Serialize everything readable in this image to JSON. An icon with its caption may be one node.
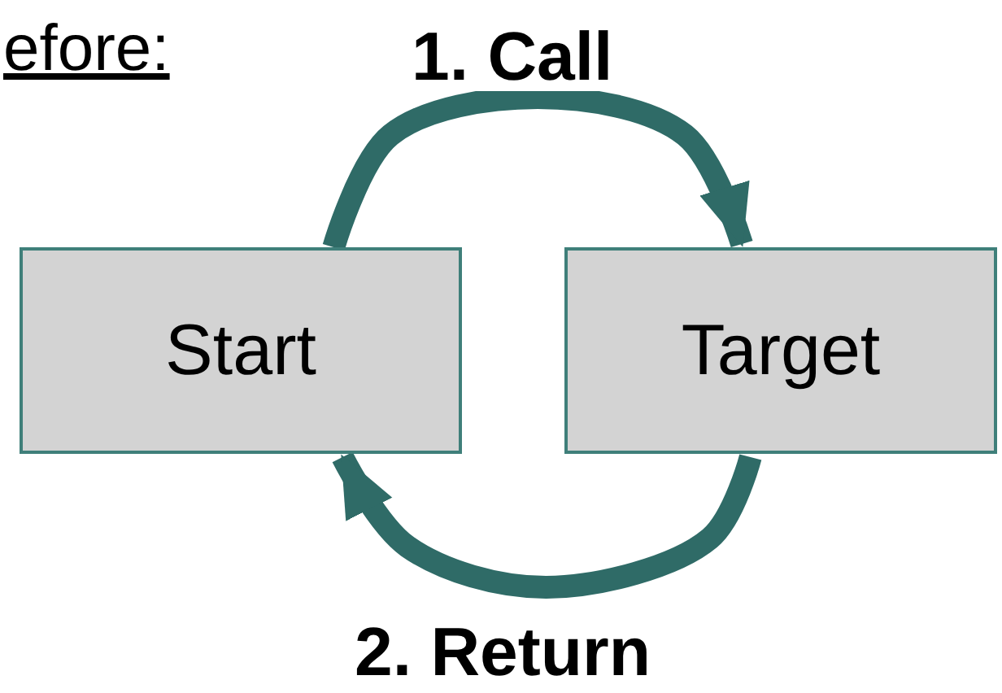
{
  "diagram": {
    "nodes": [
      {
        "text": [
          "Start"
        ]
      },
      {
        "text": [
          "Target"
        ]
      }
    ],
    "edges": [
      {
        "from": 0,
        "to": 1,
        "arrow": "to",
        "label": "1. Call"
      },
      {
        "from": 1,
        "to": 0,
        "arrow": "to",
        "label": "2. Return"
      }
    ],
    "labels": [
      "efore:"
    ]
  }
}
